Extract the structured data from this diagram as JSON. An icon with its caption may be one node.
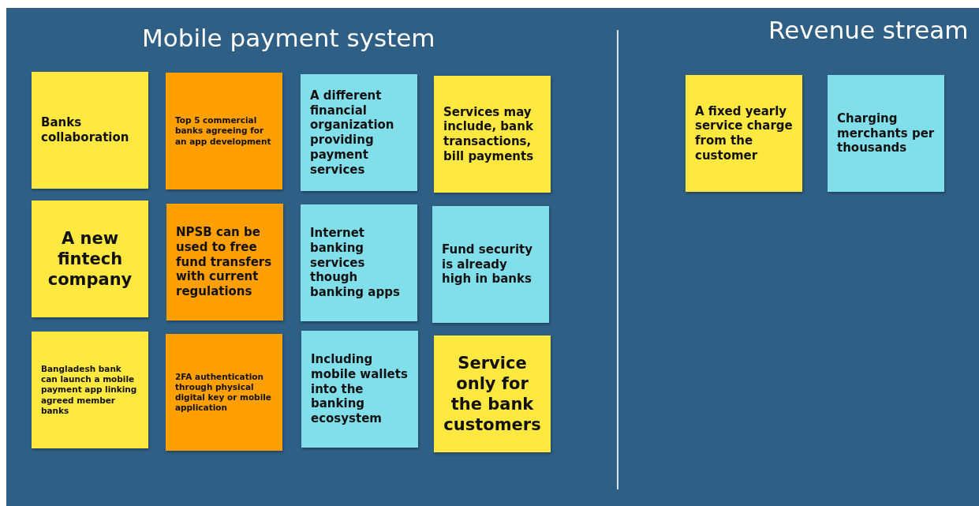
{
  "diagram": {
    "nodes": [
      {
        "text": [
          "Banks collaboration"
        ]
      },
      {
        "text": [
          "Top 5 commercial banks agreeing for an app development"
        ]
      },
      {
        "text": [
          "A different financial organization providing payment services"
        ]
      },
      {
        "text": [
          "Services may include, bank transactions, bill payments"
        ]
      },
      {
        "text": [
          "A new fintech company"
        ]
      },
      {
        "text": [
          "NPSB can be used to free fund transfers with current regulations"
        ]
      },
      {
        "text": [
          "Internet banking services though banking apps"
        ]
      },
      {
        "text": [
          "Fund security is already high in banks"
        ]
      },
      {
        "text": [
          "Bangladesh bank can launch a mobile payment app linking agreed member banks"
        ]
      },
      {
        "text": [
          "2FA authentication through physical digital key or mobile application"
        ]
      },
      {
        "text": [
          "Including mobile wallets into the banking ecosystem"
        ]
      },
      {
        "text": [
          "Service only for the bank customers"
        ]
      },
      {
        "text": [
          "A fixed yearly service charge from the customer"
        ]
      },
      {
        "text": [
          "Charging merchants per thousands"
        ]
      }
    ],
    "labels": [
      "Mobile payment system",
      "Revenue stream"
    ]
  }
}
